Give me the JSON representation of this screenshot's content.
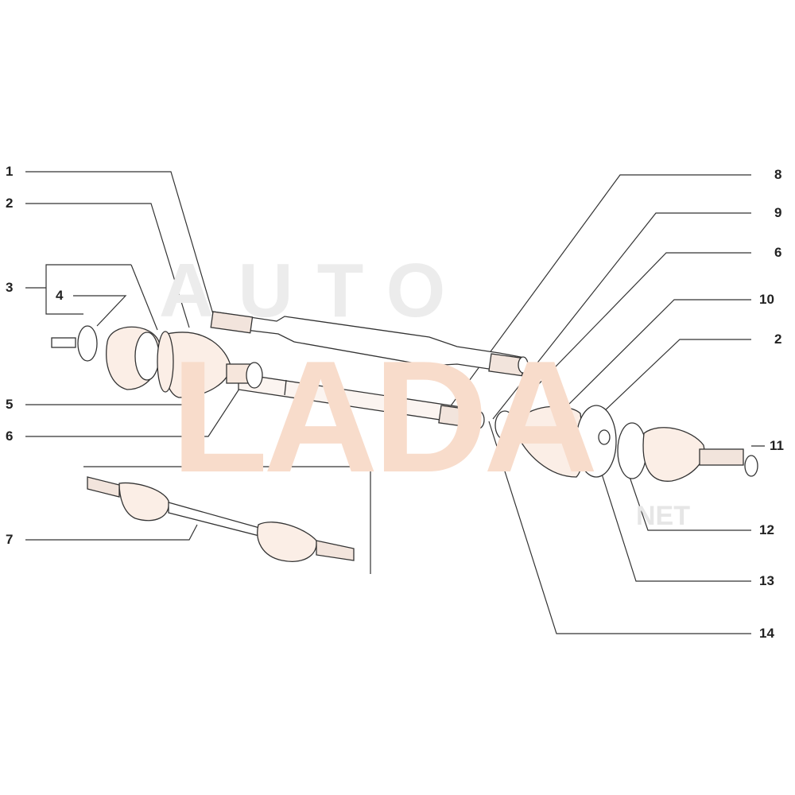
{
  "watermark": {
    "top": "AUTO",
    "main": "LADA",
    "sub": "NET",
    "color": "#f6d3bf"
  },
  "callouts_left": [
    "1",
    "2",
    "3",
    "4",
    "5",
    "6",
    "7"
  ],
  "callouts_right": [
    "8",
    "9",
    "6",
    "10",
    "2",
    "11",
    "12",
    "13",
    "14"
  ]
}
